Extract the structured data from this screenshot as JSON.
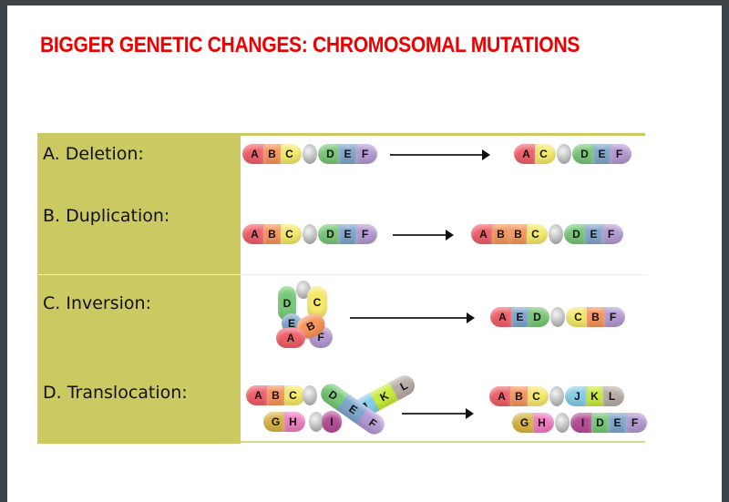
{
  "title": "BIGGER GENETIC CHANGES: CHROMOSOMAL MUTATIONS",
  "colors": {
    "title": "#ee0000",
    "label_column": "#cbc962",
    "A": "#f0606a",
    "B": "#f7955a",
    "C": "#f5e96a",
    "D": "#78c777",
    "E": "#7fa6cc",
    "F": "#b49ad2",
    "G": "#d9b545",
    "H": "#f07cc0",
    "I": "#b54e97",
    "J": "#86cde6",
    "K": "#c8ea3c",
    "L": "#b8aca6"
  },
  "rows": [
    {
      "label": "A. Deletion:",
      "before": [
        [
          "A",
          "B",
          "C"
        ],
        [
          "D",
          "E",
          "F"
        ]
      ],
      "after": [
        [
          "A",
          "C"
        ],
        [
          "D",
          "E",
          "F"
        ]
      ]
    },
    {
      "label": "B. Duplication:",
      "before": [
        [
          "A",
          "B",
          "C"
        ],
        [
          "D",
          "E",
          "F"
        ]
      ],
      "after": [
        [
          "A",
          "B",
          "B",
          "C"
        ],
        [
          "D",
          "E",
          "F"
        ]
      ]
    },
    {
      "label": "C. Inversion:",
      "before_loop": [
        "A",
        "B",
        "C",
        "D",
        "E",
        "F"
      ],
      "after": [
        [
          "A",
          "E",
          "D"
        ],
        [
          "C",
          "B",
          "F"
        ]
      ]
    },
    {
      "label": "D. Translocation:",
      "before_1": [
        [
          "A",
          "B",
          "C"
        ],
        [
          "D",
          "E",
          "F"
        ]
      ],
      "before_2": [
        [
          "G",
          "H"
        ],
        [
          "I",
          "J",
          "K",
          "L"
        ]
      ],
      "after_1": [
        [
          "A",
          "B",
          "C"
        ],
        [
          "J",
          "K",
          "L"
        ]
      ],
      "after_2": [
        [
          "G",
          "H"
        ],
        [
          "I",
          "D",
          "E",
          "F"
        ]
      ]
    }
  ]
}
